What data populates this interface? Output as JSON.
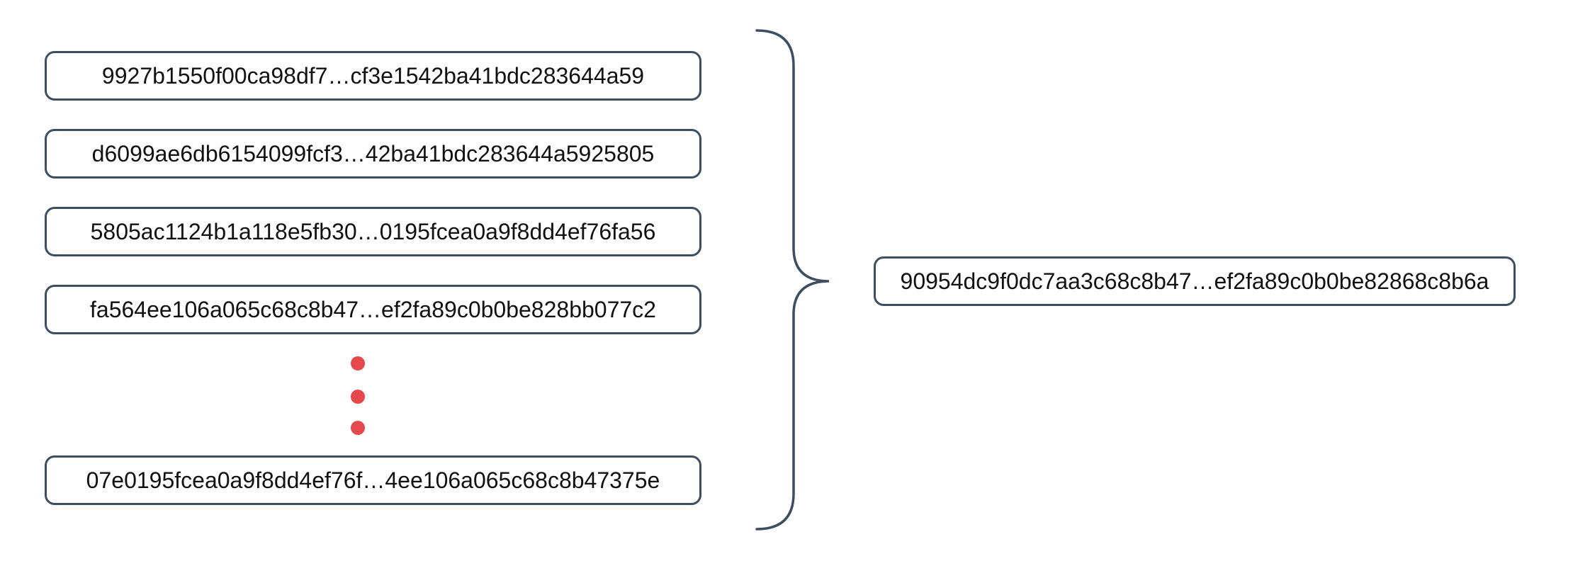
{
  "diagram": {
    "input_hashes": [
      "9927b1550f00ca98df7…cf3e1542ba41bdc283644a59",
      "d6099ae6db6154099fcf3…42ba41bdc283644a5925805",
      "5805ac1124b1a118e5fb30…0195fcea0a9f8dd4ef76fa56",
      "fa564ee106a065c68c8b47…ef2fa89c0b0be828bb077c2",
      "07e0195fcea0a9f8dd4ef76f…4ee106a065c68c8b47375e"
    ],
    "output_hash": "90954dc9f0dc7aa3c68c8b47…ef2fa89c0b0be82868c8b6a",
    "ellipsis_dot_count": 3,
    "colors": {
      "box_border": "#3d4e63",
      "brace": "#3d4e63",
      "dot_red": "#e5484d",
      "text": "#111111",
      "background": "#ffffff"
    }
  }
}
